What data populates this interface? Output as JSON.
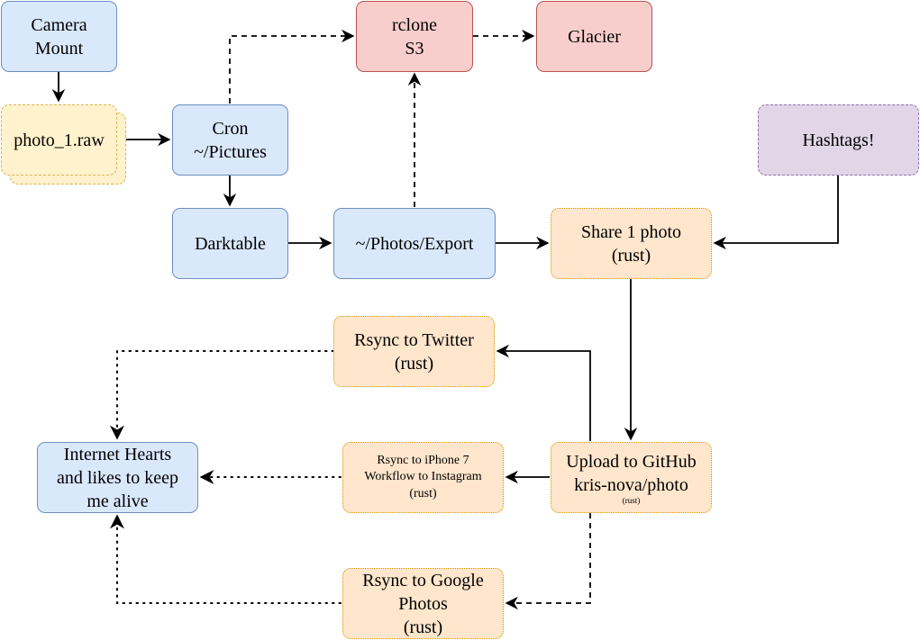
{
  "nodes": {
    "camera_mount": "Camera\nMount",
    "photo_raw": "photo_1.raw",
    "cron": "Cron\n~/Pictures",
    "darktable": "Darktable",
    "export": "~/Photos/Export",
    "rclone": "rclone\nS3",
    "glacier": "Glacier",
    "hashtags": "Hashtags!",
    "share": "Share 1 photo\n(rust)",
    "rsync_twitter": "Rsync to Twitter\n(rust)",
    "upload_github": "Upload to GitHub\nkris-nova/photo",
    "upload_github_sub": "(rust)",
    "rsync_iphone": "Rsync to iPhone 7\nWorkflow to Instagram\n(rust)",
    "internet_hearts": "Internet Hearts\nand likes to keep\nme alive",
    "rsync_google": "Rsync to Google\nPhotos\n(rust)"
  },
  "colors": {
    "blue_fill": "#dae8fc",
    "blue_stroke": "#6c8ebf",
    "red_fill": "#f8cecc",
    "red_stroke": "#b85450",
    "yellow_fill": "#fff2cc",
    "yellow_stroke": "#d6b656",
    "purple_fill": "#e1d5e7",
    "purple_stroke": "#9673a6",
    "orange_fill": "#ffe6cc",
    "orange_stroke": "#d79b00",
    "edge": "#000000"
  }
}
